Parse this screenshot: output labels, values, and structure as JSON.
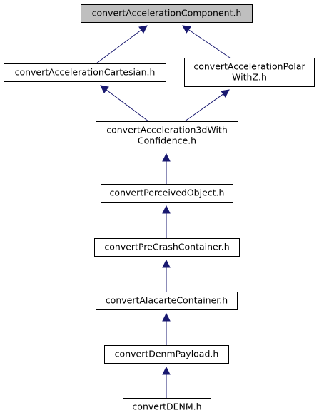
{
  "diagram": {
    "nodes": [
      {
        "id": "n0",
        "lines": [
          "convertAccelerationComponent.h"
        ],
        "highlighted": true,
        "fill": "#bfbfbf"
      },
      {
        "id": "n1",
        "lines": [
          "convertAccelerationCartesian.h"
        ],
        "highlighted": false,
        "fill": "#ffffff"
      },
      {
        "id": "n2",
        "lines": [
          "convertAccelerationPolar",
          "WithZ.h"
        ],
        "highlighted": false,
        "fill": "#ffffff"
      },
      {
        "id": "n3",
        "lines": [
          "convertAcceleration3dWith",
          "Confidence.h"
        ],
        "highlighted": false,
        "fill": "#ffffff"
      },
      {
        "id": "n4",
        "lines": [
          "convertPerceivedObject.h"
        ],
        "highlighted": false,
        "fill": "#ffffff"
      },
      {
        "id": "n5",
        "lines": [
          "convertPreCrashContainer.h"
        ],
        "highlighted": false,
        "fill": "#ffffff"
      },
      {
        "id": "n6",
        "lines": [
          "convertAlacarteContainer.h"
        ],
        "highlighted": false,
        "fill": "#ffffff"
      },
      {
        "id": "n7",
        "lines": [
          "convertDenmPayload.h"
        ],
        "highlighted": false,
        "fill": "#ffffff"
      },
      {
        "id": "n8",
        "lines": [
          "convertDENM.h"
        ],
        "highlighted": false,
        "fill": "#ffffff"
      }
    ],
    "edges": [
      {
        "from": "n1",
        "to": "n0"
      },
      {
        "from": "n2",
        "to": "n0"
      },
      {
        "from": "n3",
        "to": "n1"
      },
      {
        "from": "n3",
        "to": "n2"
      },
      {
        "from": "n4",
        "to": "n3"
      },
      {
        "from": "n5",
        "to": "n4"
      },
      {
        "from": "n6",
        "to": "n5"
      },
      {
        "from": "n7",
        "to": "n6"
      },
      {
        "from": "n8",
        "to": "n7"
      }
    ],
    "edge_color": "#191970"
  }
}
